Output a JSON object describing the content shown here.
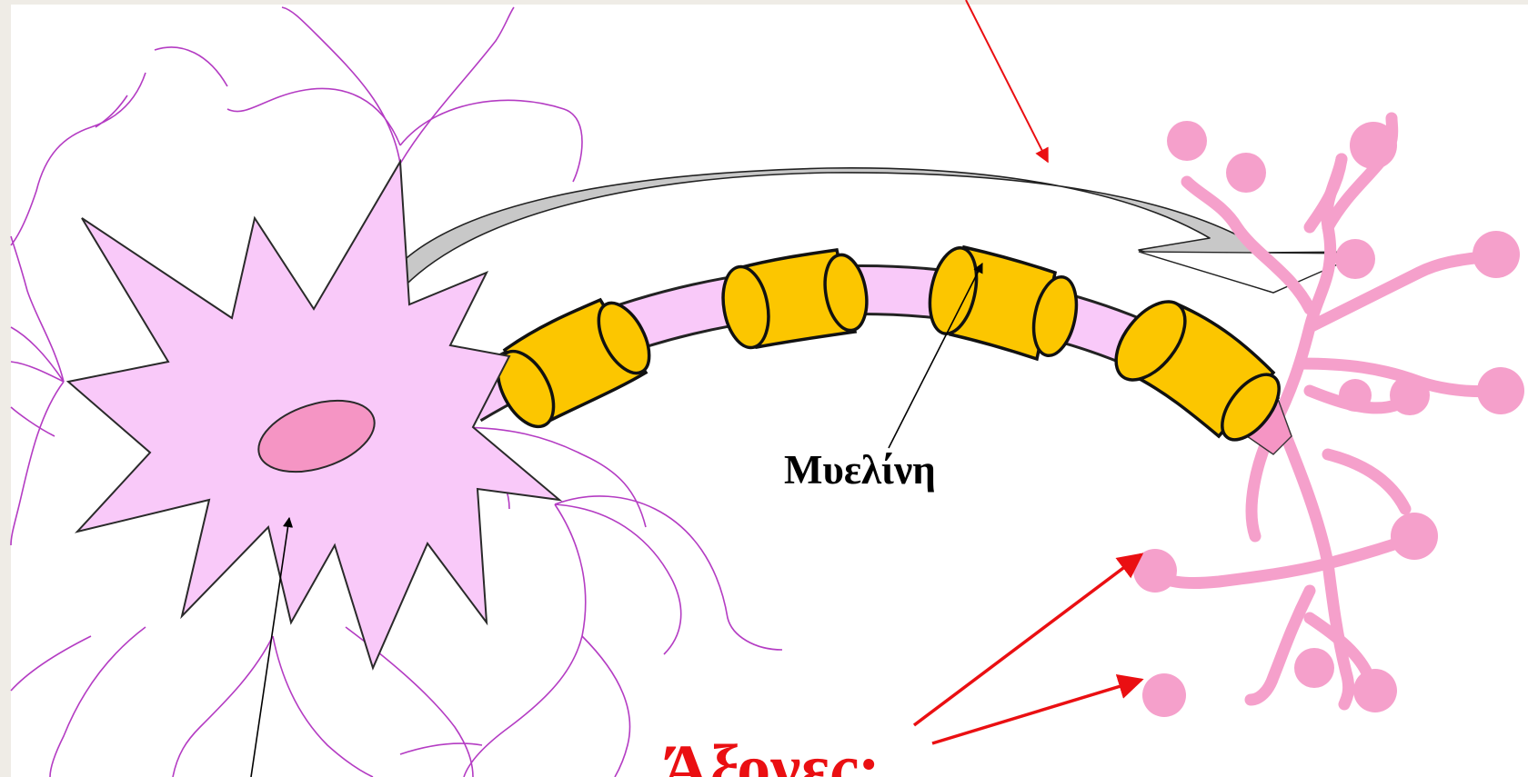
{
  "labels": {
    "myelin": "Μυελίνη",
    "axons": "Άξονες:"
  },
  "colors": {
    "background": "#efece6",
    "panel": "#ffffff",
    "cell_body": "#f9c9f9",
    "nucleus": "#f595c4",
    "dendrite_line": "#b43cc3",
    "myelin_sheath": "#fcc600",
    "axon": "#f9c9f9",
    "terminal": "#f5a0cb",
    "annotation_red": "#ea0f12",
    "annotation_black": "#000000"
  },
  "icons": [
    "neuron-cell-body",
    "nucleus",
    "myelin-sheath",
    "axon-terminal",
    "signal-direction-arrow"
  ]
}
